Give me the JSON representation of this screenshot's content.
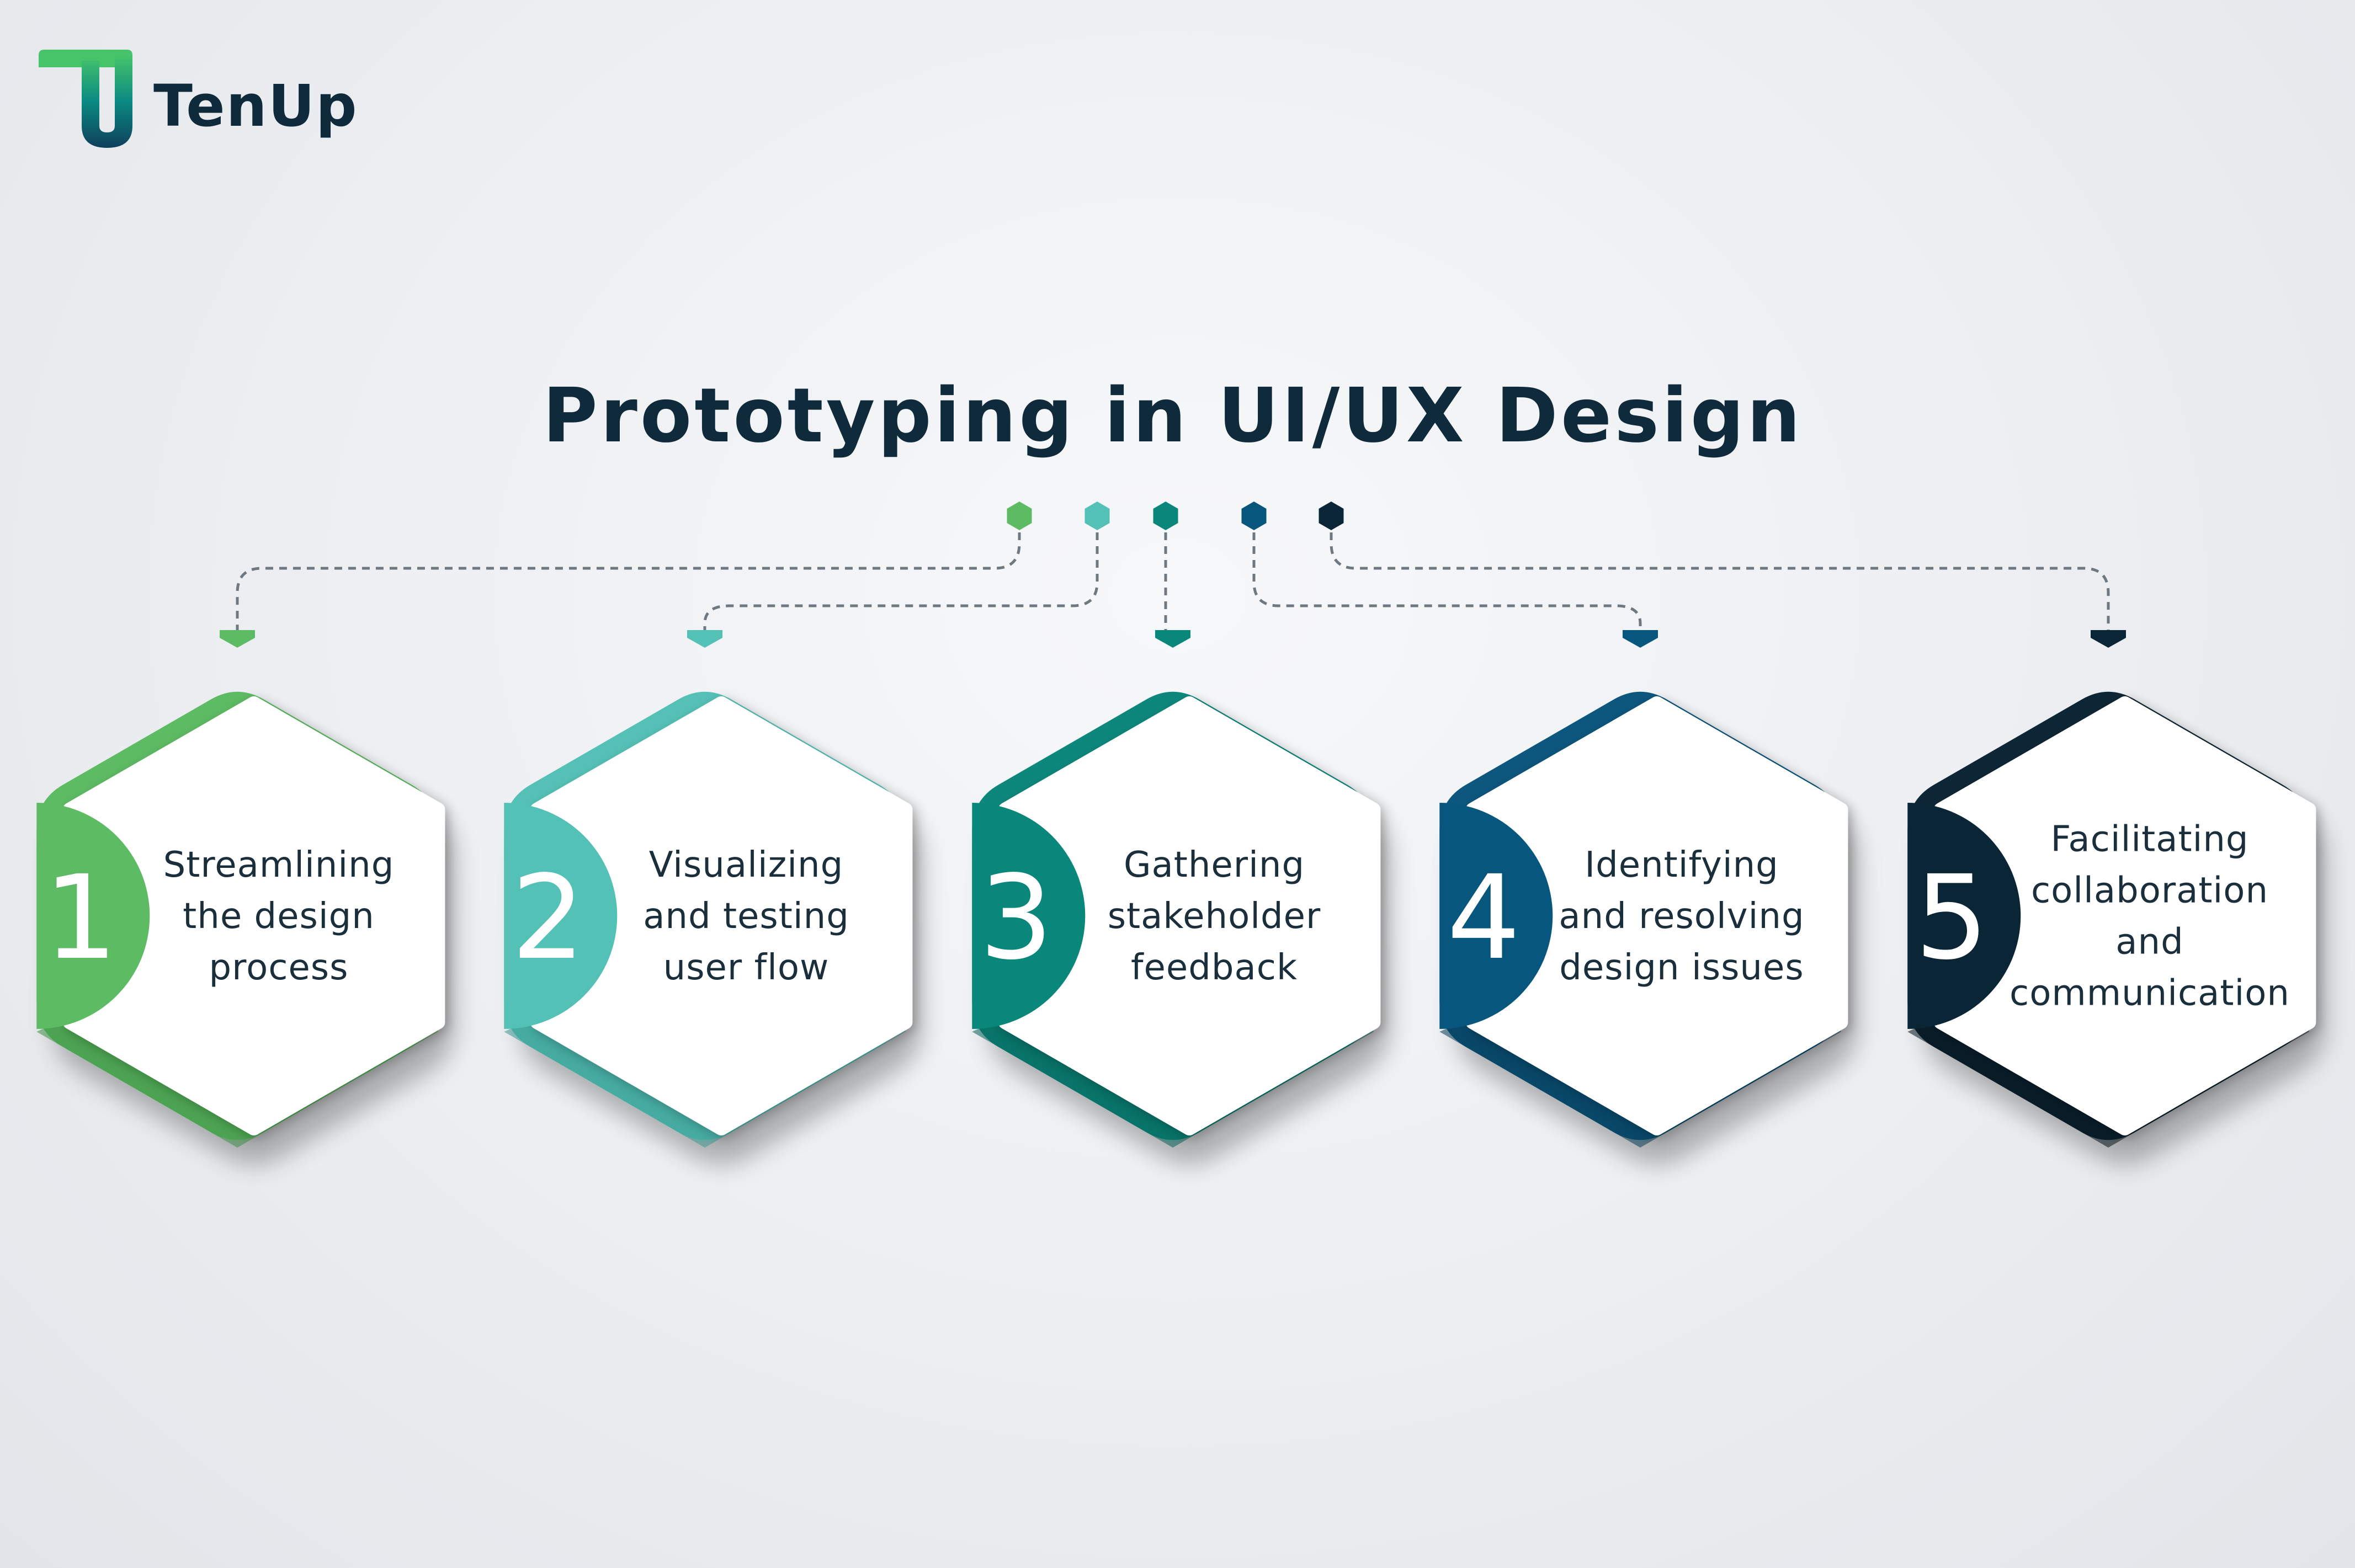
{
  "brand": {
    "name": "TenUp",
    "logo_icon": "tenup-logo-icon",
    "logo_colors": [
      "#46c46a",
      "#0a8a82",
      "#0f3f5c"
    ]
  },
  "title": "Prototyping in UI/UX Design",
  "steps": [
    {
      "number": "1",
      "lines": [
        "Streamlining",
        "the design",
        "process"
      ],
      "color": "#5dbb63",
      "dark": "#3e8f45"
    },
    {
      "number": "2",
      "lines": [
        "Visualizing",
        "and testing",
        "user flow"
      ],
      "color": "#54c1b6",
      "dark": "#3b9990"
    },
    {
      "number": "3",
      "lines": [
        "Gathering",
        "stakeholder",
        "feedback"
      ],
      "color": "#09877b",
      "dark": "#066258"
    },
    {
      "number": "4",
      "lines": [
        "Identifying",
        "and resolving",
        "design issues"
      ],
      "color": "#07567d",
      "dark": "#053c58"
    },
    {
      "number": "5",
      "lines": [
        "Facilitating",
        "collaboration",
        "and",
        "communication"
      ],
      "color": "#0a2535",
      "dark": "#06141d"
    }
  ],
  "connector_color": "#6f7880"
}
